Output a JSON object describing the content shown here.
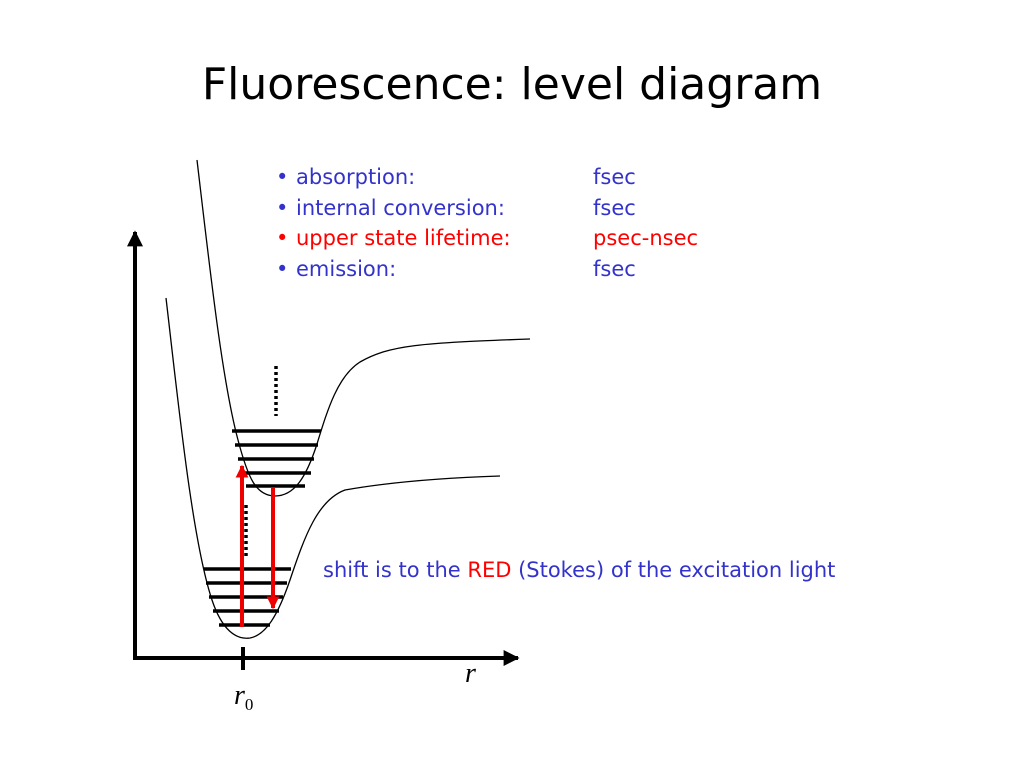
{
  "title": "Fluorescence: level diagram",
  "colors": {
    "text_blue": "#3333cc",
    "highlight_red": "#ff0000",
    "transition_arrow": "#ee0000",
    "axis": "#000000"
  },
  "timings": [
    {
      "bullet": "•",
      "label": "absorption:",
      "value": "fsec",
      "color": "#3333cc"
    },
    {
      "bullet": "•",
      "label": "internal conversion:",
      "value": "fsec",
      "color": "#3333cc"
    },
    {
      "bullet": "•",
      "label": "upper state lifetime:",
      "value": "psec-nsec",
      "color": "#ff0000"
    },
    {
      "bullet": "•",
      "label": "emission:",
      "value": "fsec",
      "color": "#3333cc"
    }
  ],
  "note": {
    "before": "shift is to the ",
    "highlight": "RED",
    "after": " (Stokes) of the excitation light"
  },
  "axes": {
    "x_label": "r",
    "tick_label_main": "r",
    "tick_label_sub": "0"
  }
}
